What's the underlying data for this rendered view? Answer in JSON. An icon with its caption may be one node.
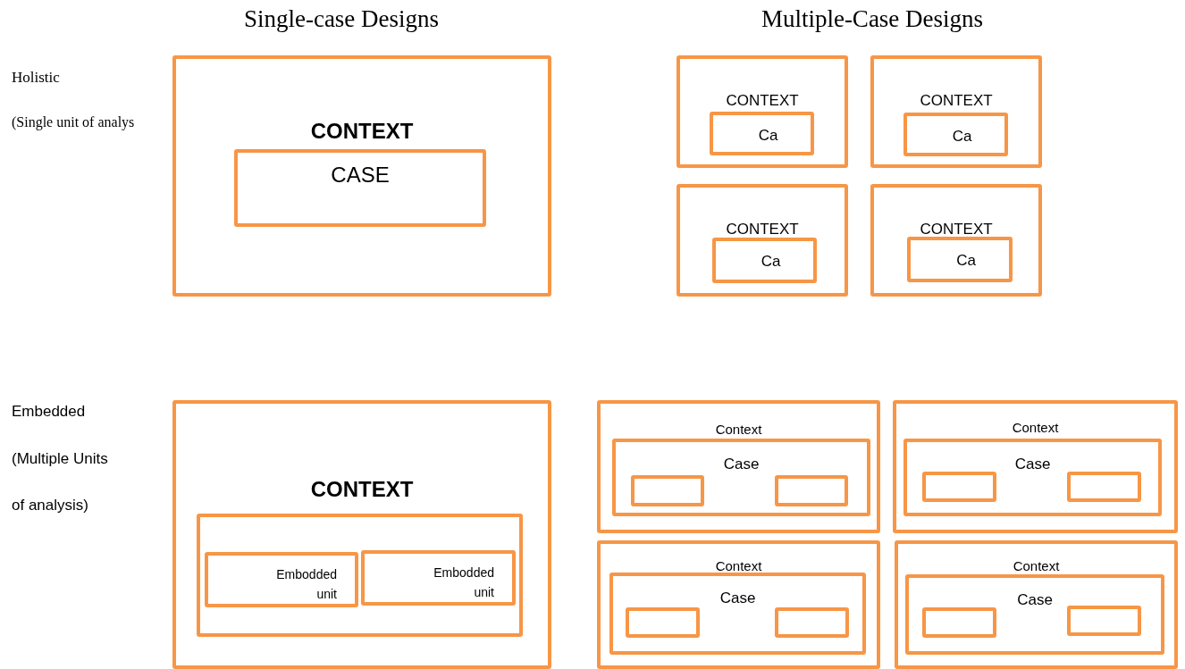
{
  "diagram": {
    "nodes": [
      {
        "text": [
          "CONTEXT"
        ]
      },
      {
        "text": [
          "CASE"
        ],
        "in": 0
      },
      {
        "text": [
          "CONTEXT"
        ]
      },
      {
        "text": [
          "Ca"
        ],
        "in": 2
      },
      {
        "text": [
          "CONTEXT"
        ]
      },
      {
        "text": [
          "Ca"
        ],
        "in": 4
      },
      {
        "text": [
          "CONTEXT"
        ]
      },
      {
        "text": [
          "Ca"
        ],
        "in": 6
      },
      {
        "text": [
          "CONTEXT"
        ]
      },
      {
        "text": [
          "Ca"
        ],
        "in": 8
      },
      {
        "text": [
          "CONTEXT"
        ]
      },
      {
        "text": [],
        "shape": "box",
        "in": 10
      },
      {
        "text": [
          "Embodded unit"
        ],
        "in": 11
      },
      {
        "text": [
          "Embodded unit"
        ],
        "in": 11
      },
      {
        "text": [
          "Context"
        ]
      },
      {
        "text": [
          "Case"
        ],
        "in": 14
      },
      {
        "text": [],
        "shape": "box",
        "in": 15
      },
      {
        "text": [],
        "shape": "box",
        "in": 15
      },
      {
        "text": [
          "Context"
        ]
      },
      {
        "text": [
          "Case"
        ],
        "in": 18
      },
      {
        "text": [],
        "shape": "box",
        "in": 19
      },
      {
        "text": [],
        "shape": "box",
        "in": 19
      },
      {
        "text": [
          "Context"
        ]
      },
      {
        "text": [
          "Case"
        ],
        "in": 22
      },
      {
        "text": [],
        "shape": "box",
        "in": 23
      },
      {
        "text": [],
        "shape": "box",
        "in": 23
      },
      {
        "text": [
          "Context"
        ]
      },
      {
        "text": [
          "Case"
        ],
        "in": 26
      },
      {
        "text": [],
        "shape": "box",
        "in": 27
      },
      {
        "text": [],
        "shape": "box",
        "in": 27
      }
    ],
    "labels": [
      "Single-case Designs",
      "Multiple-Case Designs",
      "Holistic",
      "(Single unit of analys",
      "Embedded",
      "(Multiple Units",
      "of analysis)"
    ]
  }
}
